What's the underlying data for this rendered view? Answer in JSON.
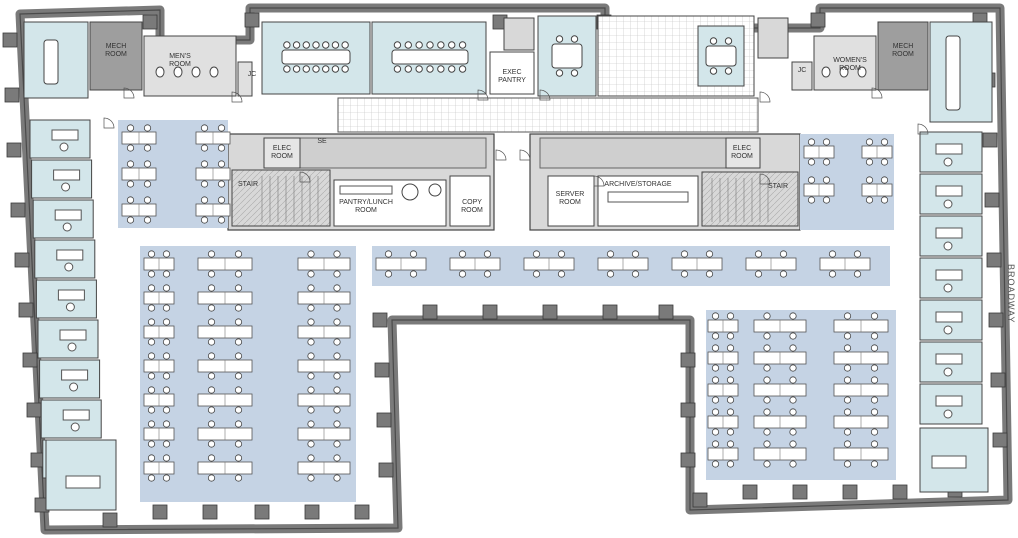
{
  "rooms": {
    "mech_room_left": [
      "MECH",
      "ROOM"
    ],
    "mens_room": [
      "MEN'S",
      "ROOM"
    ],
    "jc_left": [
      "JC"
    ],
    "exec_pantry": [
      "EXEC",
      "PANTRY"
    ],
    "jc_right": [
      "JC"
    ],
    "womens_room": [
      "WOMEN'S",
      "ROOM"
    ],
    "mech_room_right": [
      "MECH",
      "ROOM"
    ],
    "elec_room_left": [
      "ELEC",
      "ROOM"
    ],
    "se": [
      "SE"
    ],
    "stair_left": [
      "STAIR"
    ],
    "pantry_lunch": [
      "PANTRY/LUNCH",
      "ROOM"
    ],
    "copy_room": [
      "COPY",
      "ROOM"
    ],
    "server_room": [
      "SERVER",
      "ROOM"
    ],
    "archive_storage": [
      "ARCHIVE/STORAGE"
    ],
    "elec_room_right": [
      "ELEC",
      "ROOM"
    ],
    "stair_right": [
      "STAIR"
    ]
  },
  "street": "BROADWAY",
  "colors": {
    "wall": "#8e8e8e",
    "wall_dark": "#5f5f5f",
    "core": "#d8d8d8",
    "room_fill": "#d3e6ea",
    "open_fill": "#c5d3e4",
    "corridor": "#ffffff",
    "furniture": "#ffffff",
    "line": "#444444"
  },
  "icons": [
    "office-chair-icon",
    "desk-icon",
    "door-swing-icon",
    "column-icon",
    "stair-icon",
    "toilet-icon"
  ]
}
